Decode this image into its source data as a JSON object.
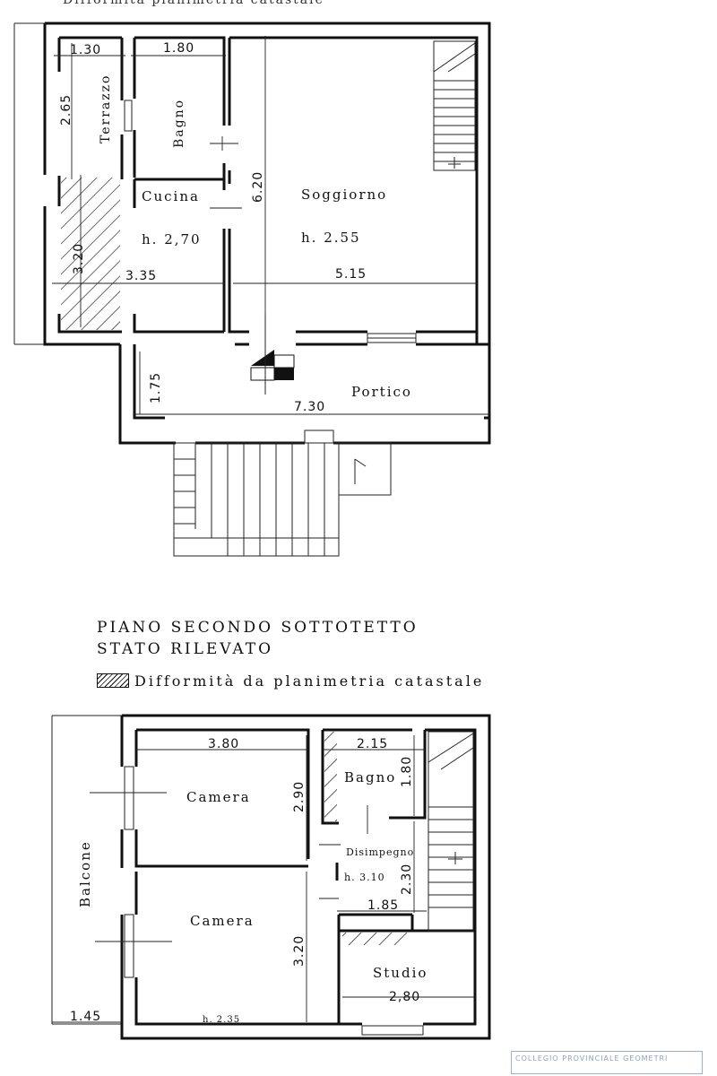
{
  "top_note": "Difformità planimetria catastale",
  "first_floor": {
    "rooms": {
      "terrazzo": "Terrazzo",
      "bagno": "Bagno",
      "cucina": "Cucina",
      "cucina_h": "h. 2,70",
      "soggiorno": "Soggiorno",
      "soggiorno_h": "h. 2.55",
      "portico": "Portico"
    },
    "dims": {
      "terrazzo_w": "1.30",
      "bagno_w": "1.80",
      "terrazzo_h": "2.65",
      "cucina_h_dim": "3.20",
      "cucina_w": "3.35",
      "soggiorno_h_dim": "6.20",
      "soggiorno_w": "5.15",
      "portico_h": "1.75",
      "portico_w": "7.30"
    }
  },
  "second_floor": {
    "title_line1": "PIANO SECONDO SOTTOTETTO",
    "title_line2": "STATO RILEVATO",
    "legend": "Difformità da planimetria catastale",
    "rooms": {
      "camera1": "Camera",
      "camera2": "Camera",
      "bagno": "Bagno",
      "disimpegno": "Disimpegno",
      "disimpegno_h": "h. 3.10",
      "studio": "Studio",
      "balcone": "Balcone",
      "camera2_h": "h. 2.35"
    },
    "dims": {
      "camera1_w": "3.80",
      "bagno_w": "2.15",
      "bagno_h": "1.80",
      "camera1_h": "2.90",
      "disimpegno_h_dim": "2.30",
      "disimpegno_w": "1.85",
      "camera2_h": "3.20",
      "studio_w": "2,80",
      "balcone_w": "1.45"
    }
  },
  "stamp_text": "COLLEGIO PROVINCIALE GEOMETRI"
}
